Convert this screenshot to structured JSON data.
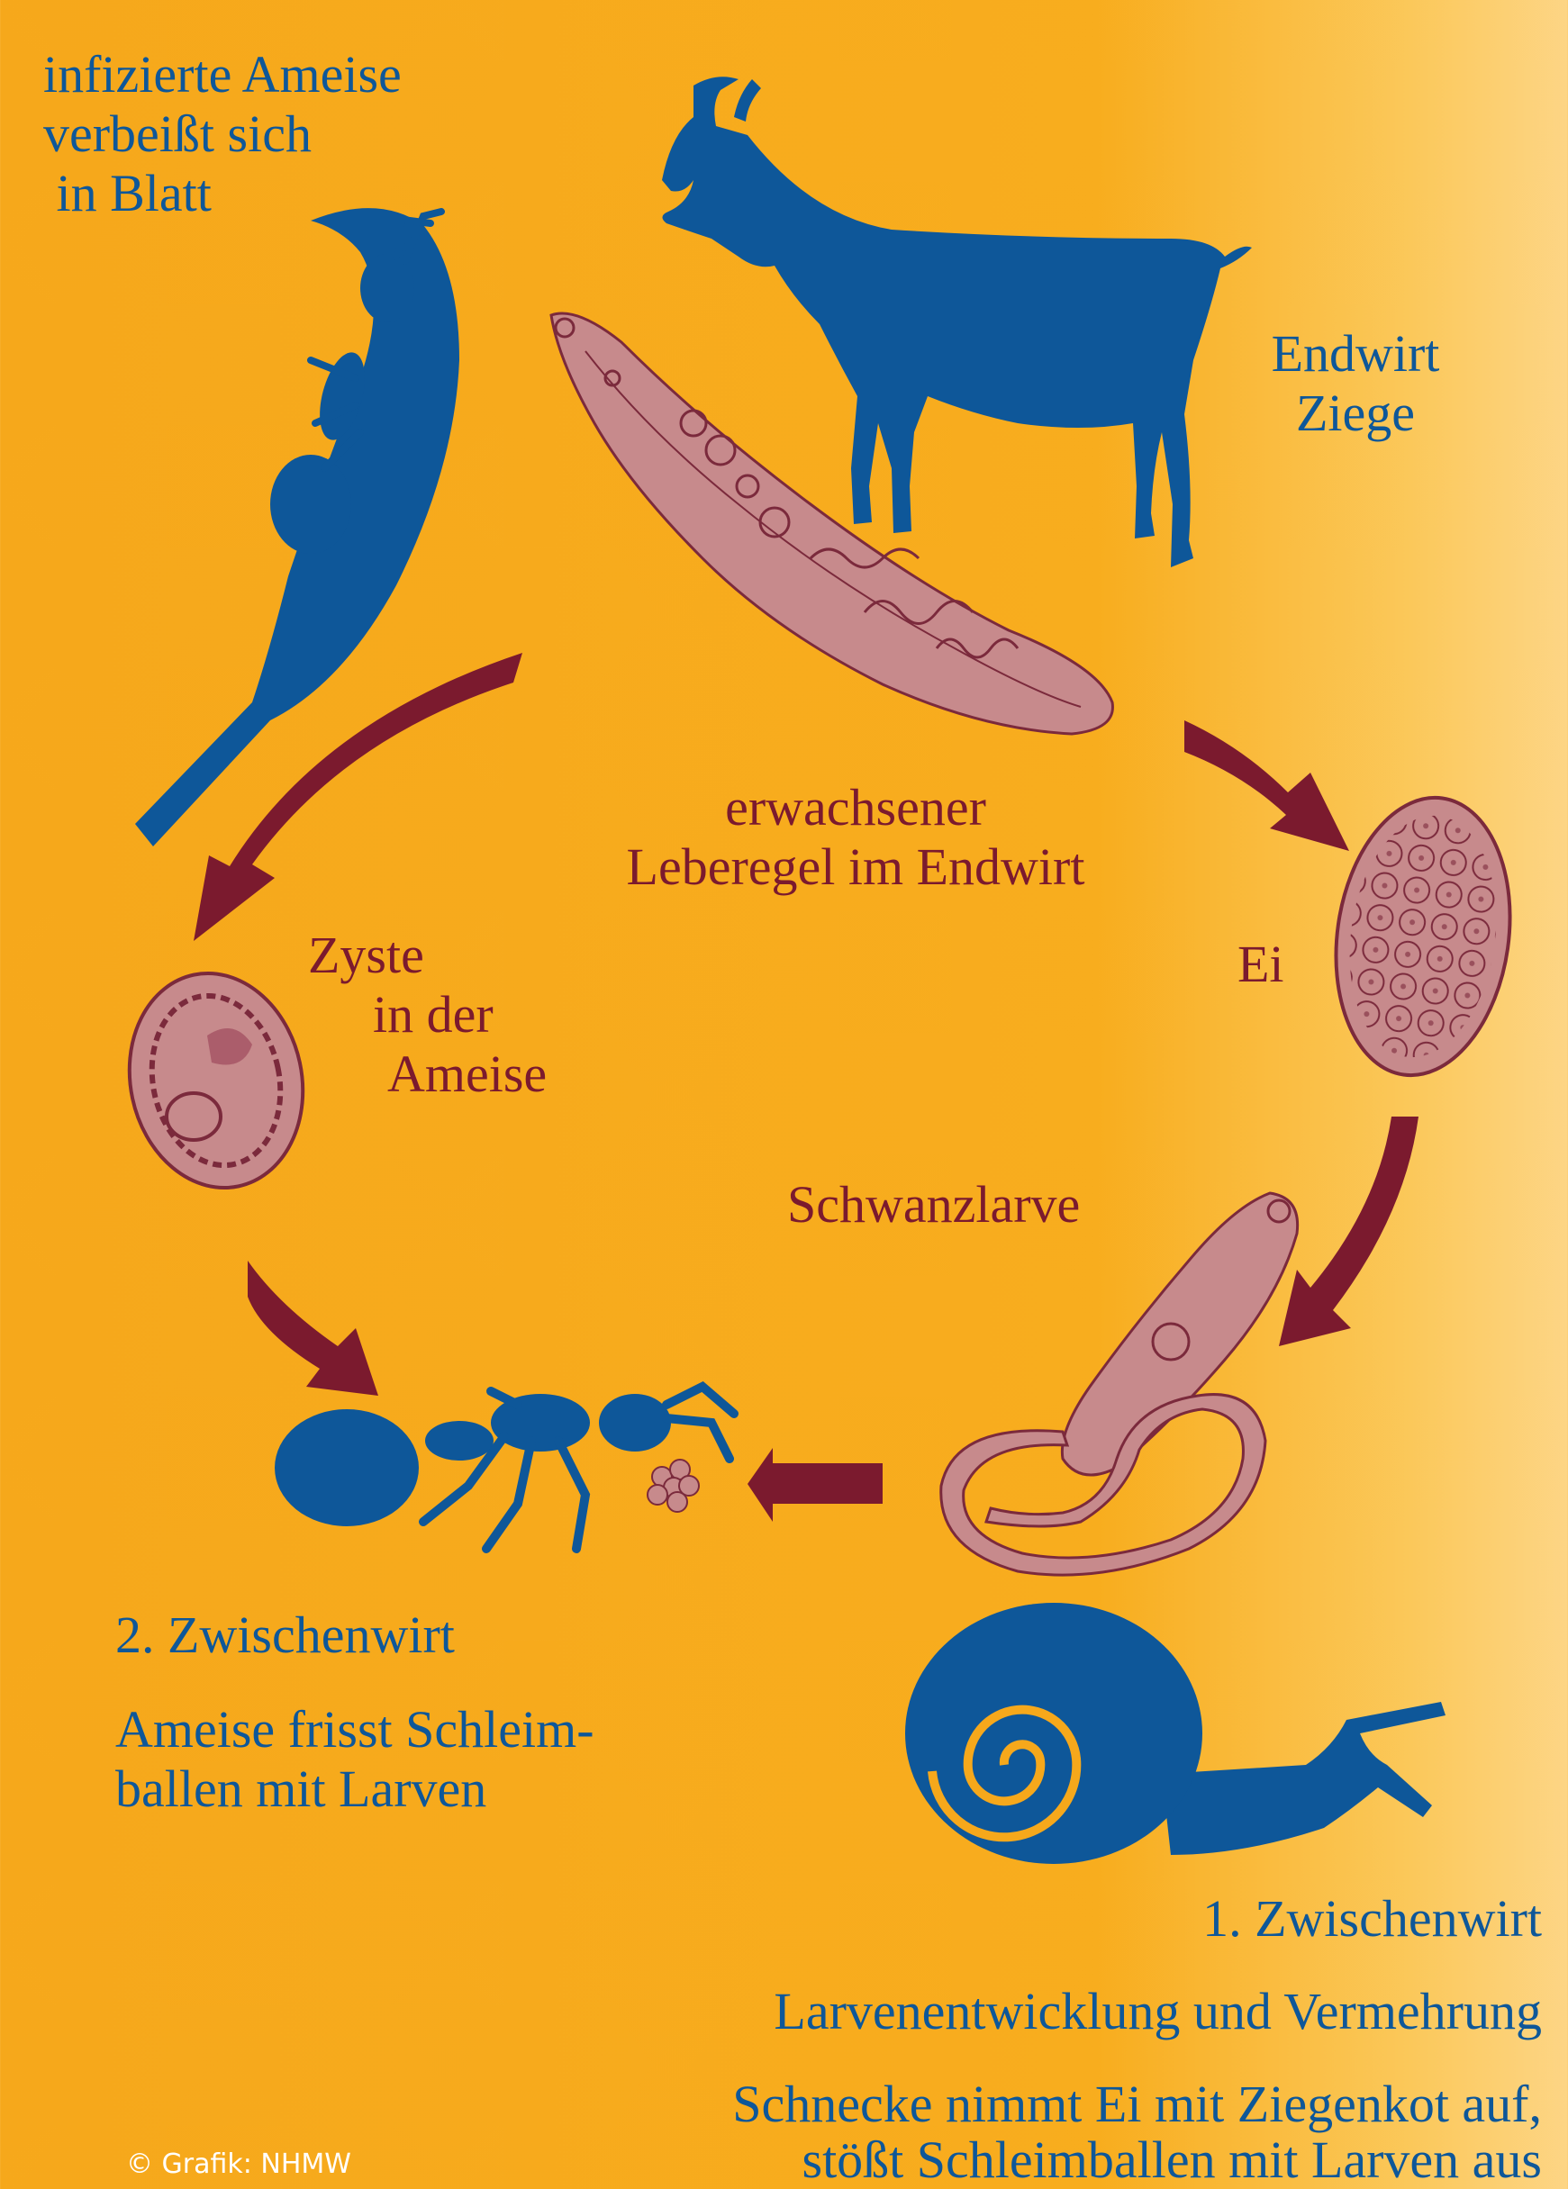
{
  "colors": {
    "background": "#f6a81b",
    "host_blue": "#0e5799",
    "parasite_pink": "#c78a8c",
    "parasite_outline": "#7b2a3c",
    "arrow_red": "#7b1a2e"
  },
  "labels": {
    "ant_leaf": [
      "infizierte Ameise",
      "verbeißt sich",
      " in Blatt"
    ],
    "final_host": [
      "Endwirt",
      "Ziege"
    ],
    "adult_fluke": [
      "erwachsener",
      "Leberegel im Endwirt"
    ],
    "egg": "Ei",
    "cyst": [
      "Zyste",
      "in der",
      "Ameise"
    ],
    "cercaria": "Schwanzlarve",
    "second_host_title": "2. Zwischenwirt",
    "second_host_desc": [
      "Ameise frisst Schleim-",
      "ballen mit Larven"
    ],
    "first_host_title": "1. Zwischenwirt",
    "first_host_dev": "Larvenentwicklung und Vermehrung",
    "first_host_desc": [
      "Schnecke nimmt Ei mit Ziegenkot auf,",
      "stößt Schleimballen mit Larven aus"
    ],
    "copyright": "© Grafik: NHMW"
  },
  "icons": [
    "goat-icon",
    "liver-fluke-icon",
    "egg-icon",
    "cercaria-icon",
    "snail-icon",
    "ant-icon",
    "cyst-icon",
    "ant-on-leaf-icon",
    "cycle-arrow-icon"
  ]
}
